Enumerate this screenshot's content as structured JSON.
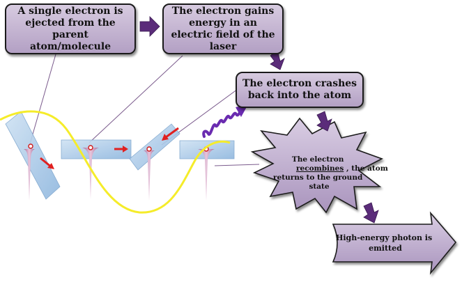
{
  "steps": {
    "step1": "A single electron is ejected from the parent atom/molecule",
    "step2": "The electron gains energy in an electric field of the laser",
    "step3": "The electron crashes back into the atom",
    "step4_line1": "The electron",
    "step4_line2": "recombines",
    "step4_line2_rest": ", the atom",
    "step4_line3": "returns to the ground",
    "step4_line4": "state",
    "step5_line1": "High-energy photon is",
    "step5_line2": "emitted"
  },
  "colors": {
    "box_fill": "#c4b5d3",
    "arrow_purple": "#5b2c7a",
    "laser_wave": "#f5ec2a",
    "plane": "#a8c8e8",
    "potential": "#c79ab8",
    "electron_arrow": "#e02020",
    "photon": "#6a2bb0"
  },
  "icons": [
    "right-arrow-icon",
    "down-arrow-icon",
    "photon-wave-icon",
    "electron-icon"
  ]
}
